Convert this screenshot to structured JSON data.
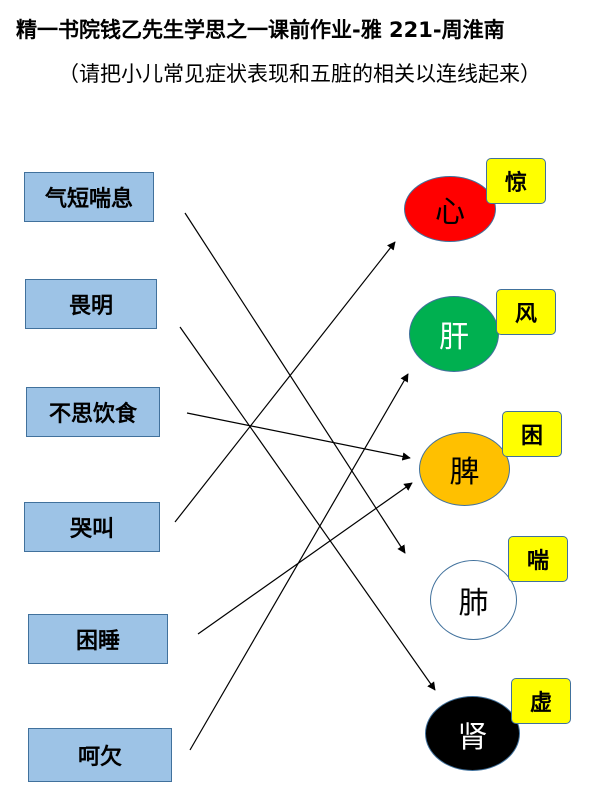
{
  "title": "精一书院钱乙先生学思之一课前作业-雅 221-周淮南",
  "instruction": "（请把小儿常见症状表现和五脏的相关以连线起来）",
  "symptoms": [
    {
      "label": "气短喘息"
    },
    {
      "label": "畏明"
    },
    {
      "label": "不思饮食"
    },
    {
      "label": "哭叫"
    },
    {
      "label": "困睡"
    },
    {
      "label": "呵欠"
    }
  ],
  "organs": [
    {
      "label": "心",
      "color": "#ff0000",
      "text_color": "#000000",
      "emotion": "惊"
    },
    {
      "label": "肝",
      "color": "#00b050",
      "text_color": "#ffffff",
      "emotion": "风"
    },
    {
      "label": "脾",
      "color": "#ffc000",
      "text_color": "#000000",
      "emotion": "困"
    },
    {
      "label": "肺",
      "color": "#ffffff",
      "text_color": "#000000",
      "emotion": "喘"
    },
    {
      "label": "肾",
      "color": "#000000",
      "text_color": "#ffffff",
      "emotion": "虚"
    }
  ],
  "connections": [
    {
      "from": "气短喘息",
      "to": "肺"
    },
    {
      "from": "畏明",
      "to": "肾"
    },
    {
      "from": "不思饮食",
      "to": "脾"
    },
    {
      "from": "哭叫",
      "to": "心"
    },
    {
      "from": "困睡",
      "to": "脾"
    },
    {
      "from": "呵欠",
      "to": "肝"
    }
  ]
}
